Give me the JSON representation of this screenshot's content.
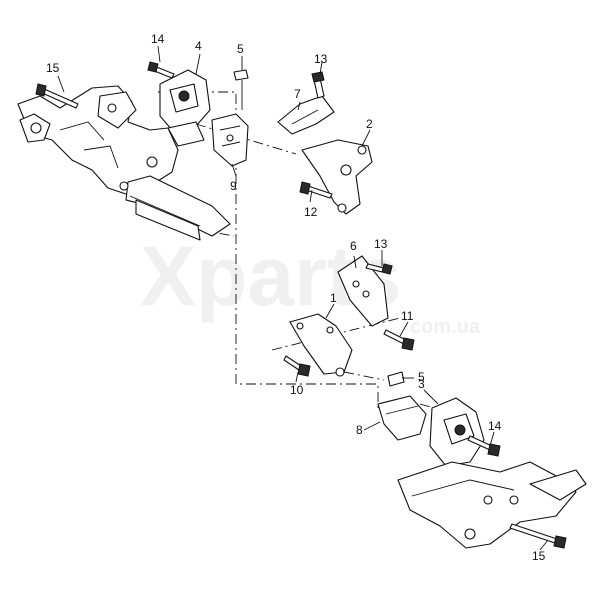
{
  "watermark": {
    "brand": "Xparts",
    "domain": "com.ua"
  },
  "callouts": {
    "c1": "1",
    "c2": "2",
    "c3": "3",
    "c4": "4",
    "c5a": "5",
    "c5b": "5",
    "c6": "6",
    "c7": "7",
    "c8": "8",
    "c9": "9",
    "c10": "10",
    "c11": "11",
    "c12": "12",
    "c13a": "13",
    "c13b": "13",
    "c14a": "14",
    "c14b": "14",
    "c15a": "15",
    "c15b": "15"
  }
}
